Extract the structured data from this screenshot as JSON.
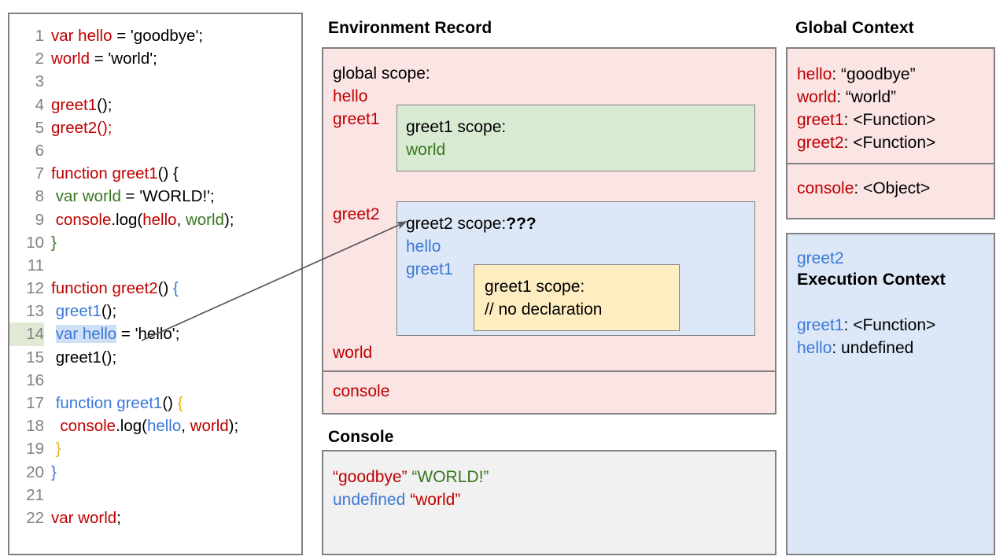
{
  "code_panel": {
    "lines": [
      {
        "n": "1",
        "highlight_line": false,
        "tokens": [
          {
            "t": "var hello",
            "c": "r"
          },
          {
            "t": " = ",
            "c": "k"
          },
          {
            "t": "'goodbye';",
            "c": "k"
          }
        ]
      },
      {
        "n": "2",
        "highlight_line": false,
        "tokens": [
          {
            "t": "world",
            "c": "r"
          },
          {
            "t": " = 'world';",
            "c": "k"
          }
        ]
      },
      {
        "n": "3",
        "highlight_line": false,
        "tokens": []
      },
      {
        "n": "4",
        "highlight_line": false,
        "tokens": [
          {
            "t": "greet1",
            "c": "r"
          },
          {
            "t": "();",
            "c": "k"
          }
        ]
      },
      {
        "n": "5",
        "highlight_line": false,
        "tokens": [
          {
            "t": "greet2",
            "c": "r"
          },
          {
            "t": "();",
            "c": "r"
          }
        ]
      },
      {
        "n": "6",
        "highlight_line": false,
        "tokens": []
      },
      {
        "n": "7",
        "highlight_line": false,
        "tokens": [
          {
            "t": "function greet1",
            "c": "r"
          },
          {
            "t": "() {",
            "c": "k"
          }
        ]
      },
      {
        "n": "8",
        "highlight_line": false,
        "tokens": [
          {
            "t": " var world",
            "c": "g"
          },
          {
            "t": " = 'WORLD!';",
            "c": "k"
          }
        ]
      },
      {
        "n": "9",
        "highlight_line": false,
        "tokens": [
          {
            "t": " console",
            "c": "r"
          },
          {
            "t": ".log(",
            "c": "k"
          },
          {
            "t": "hello",
            "c": "r"
          },
          {
            "t": ", ",
            "c": "k"
          },
          {
            "t": "world",
            "c": "g"
          },
          {
            "t": ");",
            "c": "k"
          }
        ]
      },
      {
        "n": "10",
        "highlight_line": false,
        "tokens": [
          {
            "t": "}",
            "c": "g"
          }
        ]
      },
      {
        "n": "11",
        "highlight_line": false,
        "tokens": []
      },
      {
        "n": "12",
        "highlight_line": false,
        "tokens": [
          {
            "t": "function greet2",
            "c": "r"
          },
          {
            "t": "() ",
            "c": "k"
          },
          {
            "t": "{",
            "c": "b"
          }
        ]
      },
      {
        "n": "13",
        "highlight_line": false,
        "tokens": [
          {
            "t": " greet1",
            "c": "b"
          },
          {
            "t": "();",
            "c": "k"
          }
        ]
      },
      {
        "n": "14",
        "highlight_line": true,
        "tokens": [
          {
            "t": " ",
            "c": "k"
          },
          {
            "t": "var hello",
            "c": "b",
            "bg": "hl-blue"
          },
          {
            "t": " = 'hello';",
            "c": "k"
          }
        ]
      },
      {
        "n": "15",
        "highlight_line": false,
        "tokens": [
          {
            "t": " greet1();",
            "c": "k"
          }
        ]
      },
      {
        "n": "16",
        "highlight_line": false,
        "tokens": []
      },
      {
        "n": "17",
        "highlight_line": false,
        "tokens": [
          {
            "t": " function greet1",
            "c": "b"
          },
          {
            "t": "() ",
            "c": "k"
          },
          {
            "t": "{",
            "c": "y"
          }
        ]
      },
      {
        "n": "18",
        "highlight_line": false,
        "tokens": [
          {
            "t": "  console",
            "c": "r"
          },
          {
            "t": ".log(",
            "c": "k"
          },
          {
            "t": "hello",
            "c": "b"
          },
          {
            "t": ", ",
            "c": "k"
          },
          {
            "t": "world",
            "c": "r"
          },
          {
            "t": ");",
            "c": "k"
          }
        ]
      },
      {
        "n": "19",
        "highlight_line": false,
        "tokens": [
          {
            "t": " }",
            "c": "y"
          }
        ]
      },
      {
        "n": "20",
        "highlight_line": false,
        "tokens": [
          {
            "t": "}",
            "c": "b"
          }
        ]
      },
      {
        "n": "21",
        "highlight_line": false,
        "tokens": []
      },
      {
        "n": "22",
        "highlight_line": false,
        "tokens": [
          {
            "t": "var world",
            "c": "r"
          },
          {
            "t": ";",
            "c": "k"
          }
        ]
      }
    ]
  },
  "environment_record": {
    "title": "Environment Record",
    "global_scope_label": "global scope:",
    "bindings": [
      "hello",
      "greet1",
      "greet2",
      "world"
    ],
    "console_binding": "console",
    "greet1_scope": {
      "header": "greet1 scope:",
      "bindings": [
        "world"
      ]
    },
    "greet2_scope": {
      "header": "greet2 scope:",
      "header_suffix": "???",
      "bindings": [
        "hello",
        "greet1"
      ],
      "inner_greet1_scope": {
        "header": "greet1 scope:",
        "note": "// no declaration"
      }
    }
  },
  "console_panel": {
    "title": "Console",
    "lines": [
      [
        {
          "t": "“goodbye”",
          "c": "#c00000"
        },
        {
          "t": " ",
          "c": "#000"
        },
        {
          "t": "“WORLD!”",
          "c": "#38761d"
        }
      ],
      [
        {
          "t": "undefined",
          "c": "#3c78d8"
        },
        {
          "t": " ",
          "c": "#000"
        },
        {
          "t": "“world”",
          "c": "#c00000"
        }
      ]
    ]
  },
  "global_context": {
    "title": "Global Context",
    "entries": [
      {
        "key": "hello",
        "value": "“goodbye”"
      },
      {
        "key": "world",
        "value": "“world”"
      },
      {
        "key": "greet1",
        "value": "<Function>"
      },
      {
        "key": "greet2",
        "value": "<Function>"
      }
    ],
    "console_entry": {
      "key": "console",
      "value": "<Object>"
    }
  },
  "execution_context": {
    "owner": "greet2",
    "title": "Execution Context",
    "entries": [
      {
        "key": "greet1",
        "value": "<Function>"
      },
      {
        "key": "hello",
        "value": "undefined"
      }
    ]
  },
  "colors": {
    "red": "#c00000",
    "green": "#38761d",
    "blue": "#3c78d8",
    "gold": "#e6b422",
    "pink_panel": "#fbe4e4",
    "green_panel": "#d9ead3",
    "blue_panel": "#dce8f7",
    "yellow_panel": "#fdedc1",
    "gray_panel": "#f1f1f1",
    "border": "#808080",
    "line_number": "#808080",
    "line14_number_bg": "#dfe9d4",
    "line14_token_bg": "#cfe0f5"
  }
}
